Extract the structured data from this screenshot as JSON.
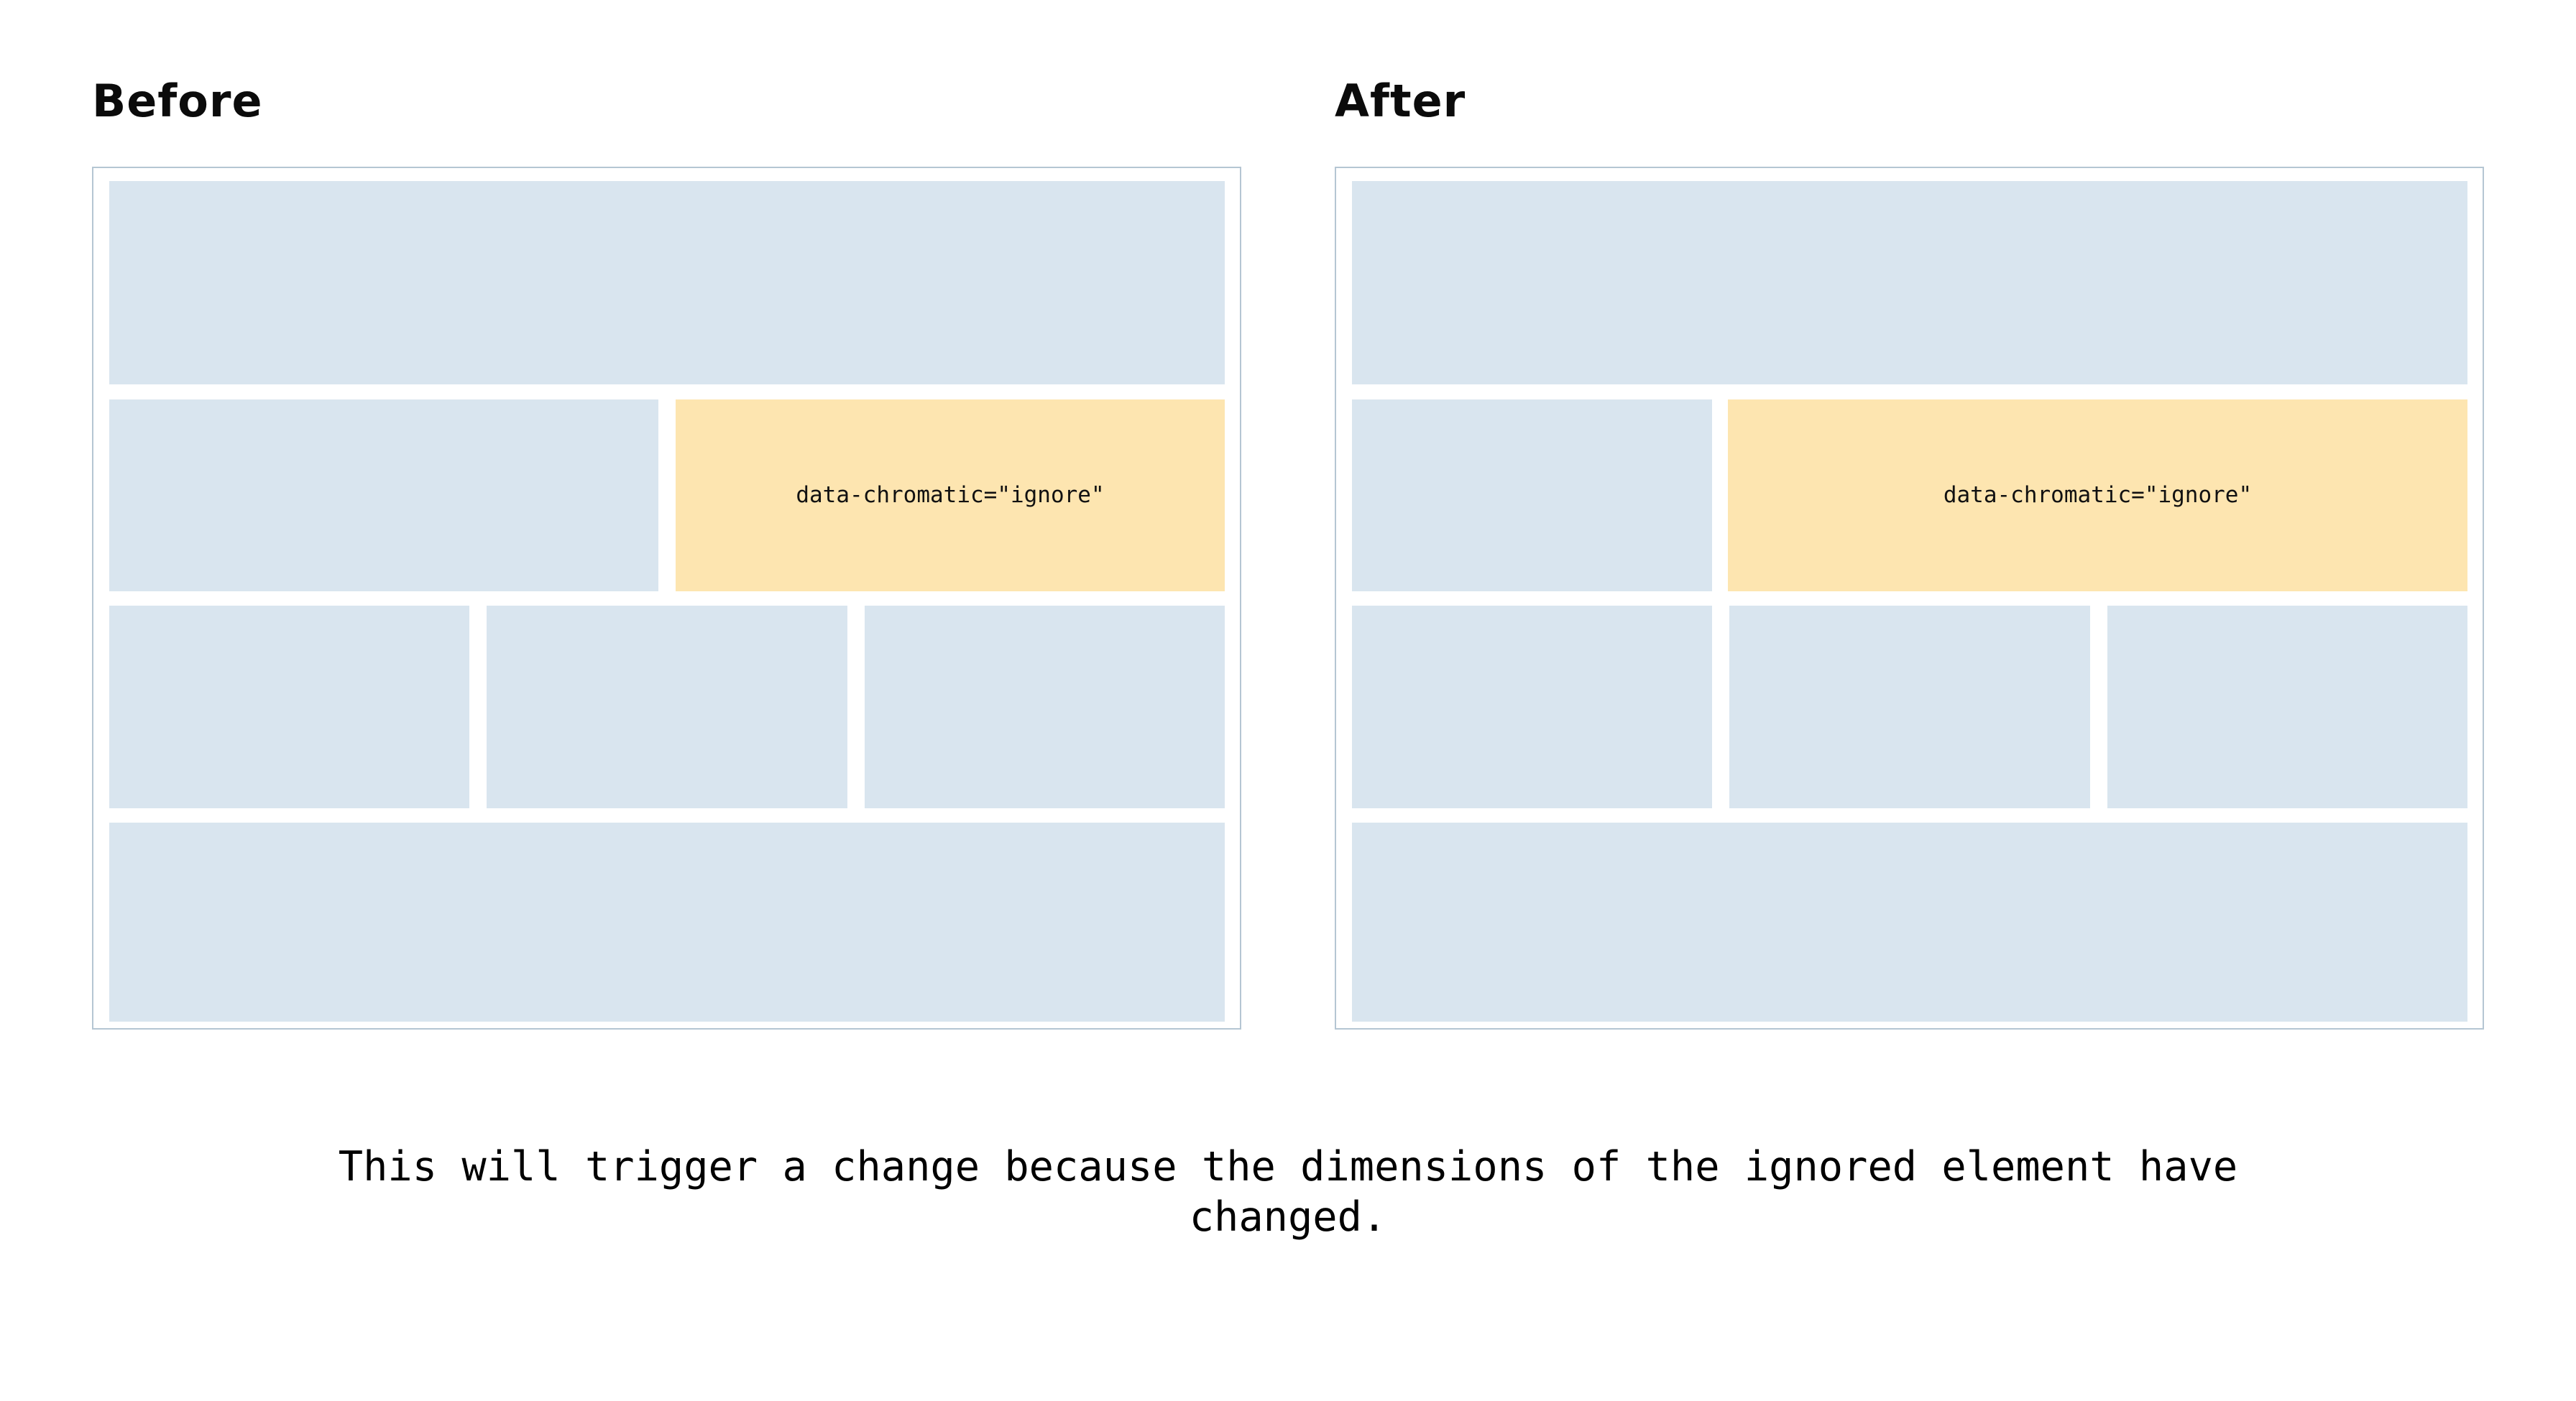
{
  "colors": {
    "background": "#ffffff",
    "placeholder_blue": "#d9e5ef",
    "ignored_orange": "#fde5b0",
    "panel_border": "#b5c6d3",
    "text": "#000000"
  },
  "comparison": {
    "before": {
      "heading": "Before",
      "rows": [
        {
          "blocks": [
            {
              "kind": "placeholder",
              "label": ""
            }
          ]
        },
        {
          "blocks": [
            {
              "kind": "placeholder",
              "label": ""
            },
            {
              "kind": "ignored",
              "label": "data-chromatic=\"ignore\""
            }
          ]
        },
        {
          "blocks": [
            {
              "kind": "placeholder",
              "label": ""
            },
            {
              "kind": "placeholder",
              "label": ""
            },
            {
              "kind": "placeholder",
              "label": ""
            }
          ]
        },
        {
          "blocks": [
            {
              "kind": "placeholder",
              "label": ""
            }
          ]
        }
      ]
    },
    "after": {
      "heading": "After",
      "rows": [
        {
          "blocks": [
            {
              "kind": "placeholder",
              "label": ""
            }
          ]
        },
        {
          "blocks": [
            {
              "kind": "placeholder",
              "label": ""
            },
            {
              "kind": "ignored",
              "label": "data-chromatic=\"ignore\""
            }
          ]
        },
        {
          "blocks": [
            {
              "kind": "placeholder",
              "label": ""
            },
            {
              "kind": "placeholder",
              "label": ""
            },
            {
              "kind": "placeholder",
              "label": ""
            }
          ]
        },
        {
          "blocks": [
            {
              "kind": "placeholder",
              "label": ""
            }
          ]
        }
      ]
    }
  },
  "caption": {
    "text": "This will trigger a change because the dimensions of the ignored element have changed."
  }
}
